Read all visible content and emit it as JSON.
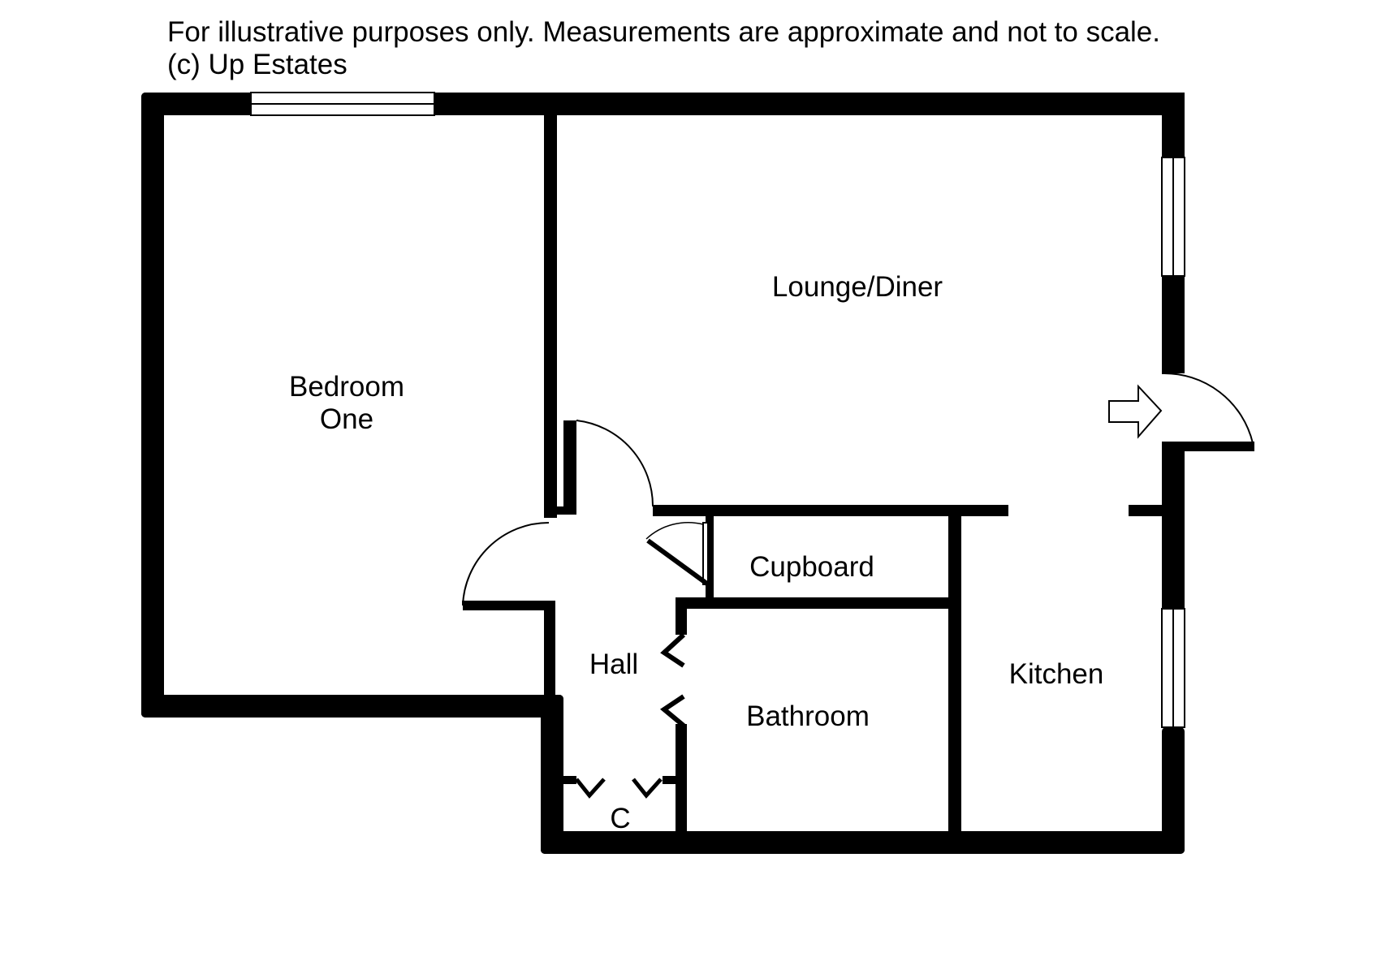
{
  "disclaimer": {
    "line1": "For illustrative purposes only. Measurements are approximate and not to scale.",
    "line2": "(c) Up Estates"
  },
  "rooms": {
    "bedroom_line1": "Bedroom",
    "bedroom_line2": "One",
    "lounge": "Lounge/Diner",
    "cupboard": "Cupboard",
    "hall": "Hall",
    "bathroom": "Bathroom",
    "kitchen": "Kitchen",
    "closet": "C"
  },
  "colors": {
    "wall": "#000000",
    "background": "#ffffff"
  }
}
